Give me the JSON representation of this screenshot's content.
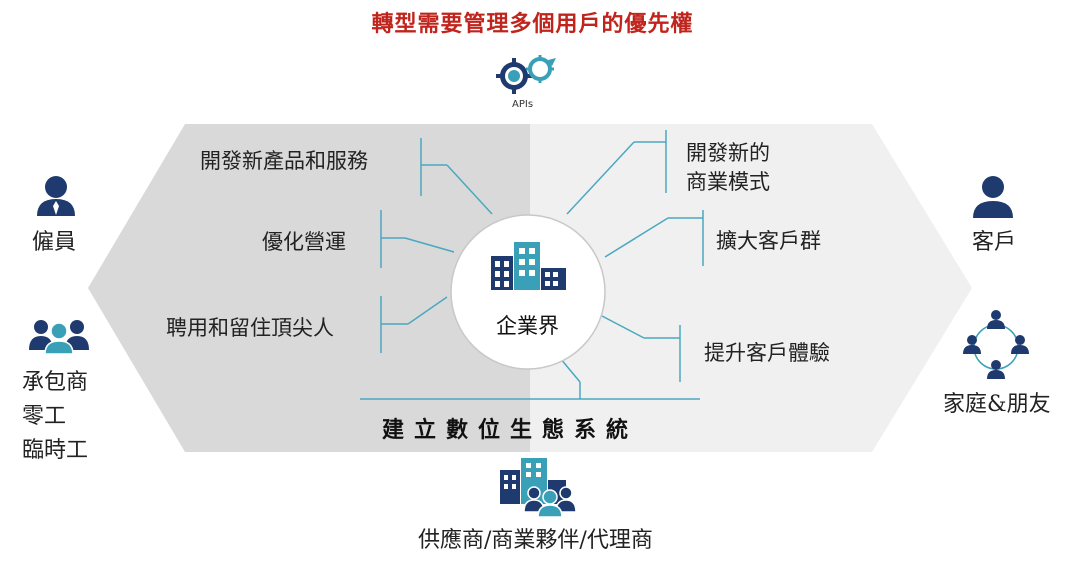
{
  "title": "轉型需要管理多個用戶的優先權",
  "apis_label": "APIs",
  "center": {
    "label": "企業界"
  },
  "left_items": [
    {
      "label": "開發新產品和服務"
    },
    {
      "label": "優化營運"
    },
    {
      "label": "聘用和留住頂尖人"
    }
  ],
  "right_items": [
    {
      "line1": "開發新的",
      "line2": "商業模式"
    },
    {
      "label": "擴大客戶群"
    },
    {
      "label": "提升客戶體驗"
    }
  ],
  "ecosystem_label": "建立數位生態系統",
  "left_groups": [
    {
      "lines": [
        "僱員"
      ]
    },
    {
      "lines": [
        "承包商",
        "零工",
        "臨時工"
      ]
    }
  ],
  "right_groups": [
    {
      "lines": [
        "客戶"
      ]
    },
    {
      "lines": [
        "家庭&朋友"
      ]
    }
  ],
  "bottom_label": "供應商/商業夥伴/代理商",
  "colors": {
    "title": "#c0241c",
    "left_panel": "#d9d9d9",
    "right_panel": "#f0f0f0",
    "connector": "#4aa8c0",
    "person": "#1f3a6e",
    "person_accent": "#3aa0b8",
    "building_dark": "#1f3a6e",
    "building_teal": "#3aa0b8"
  },
  "icons": {
    "apis": "apis-gear-icon",
    "center": "office-buildings-icon",
    "employee": "person-tie-icon",
    "contractors": "group-people-icon",
    "customer": "person-icon",
    "family": "network-people-icon",
    "suppliers": "buildings-with-people-icon"
  }
}
